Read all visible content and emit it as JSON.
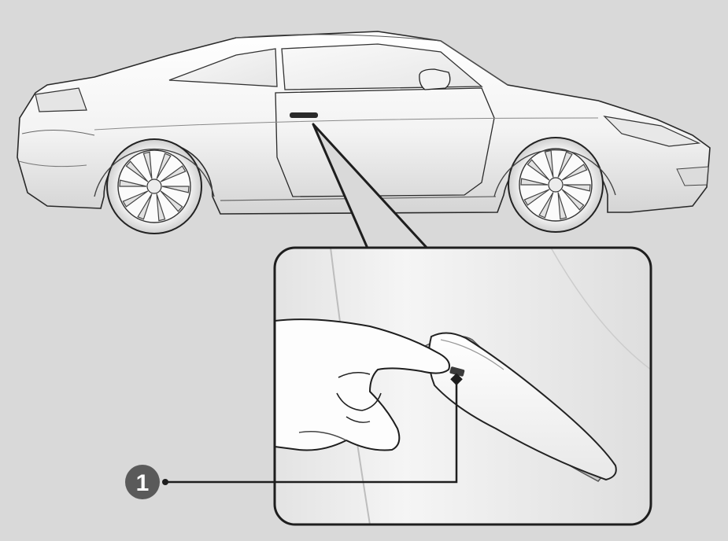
{
  "figure": {
    "subject": "car-door-handle-illustration",
    "callouts": [
      {
        "number": "1",
        "target": "door-handle-touch-sensor"
      }
    ]
  },
  "colors": {
    "background": "#d9d9d9",
    "car_body": "#f7f7f7",
    "outline": "#1e1e1e",
    "callout_badge": "#5a5a5a",
    "zoom_panel_bg": "#f2f2f2"
  }
}
